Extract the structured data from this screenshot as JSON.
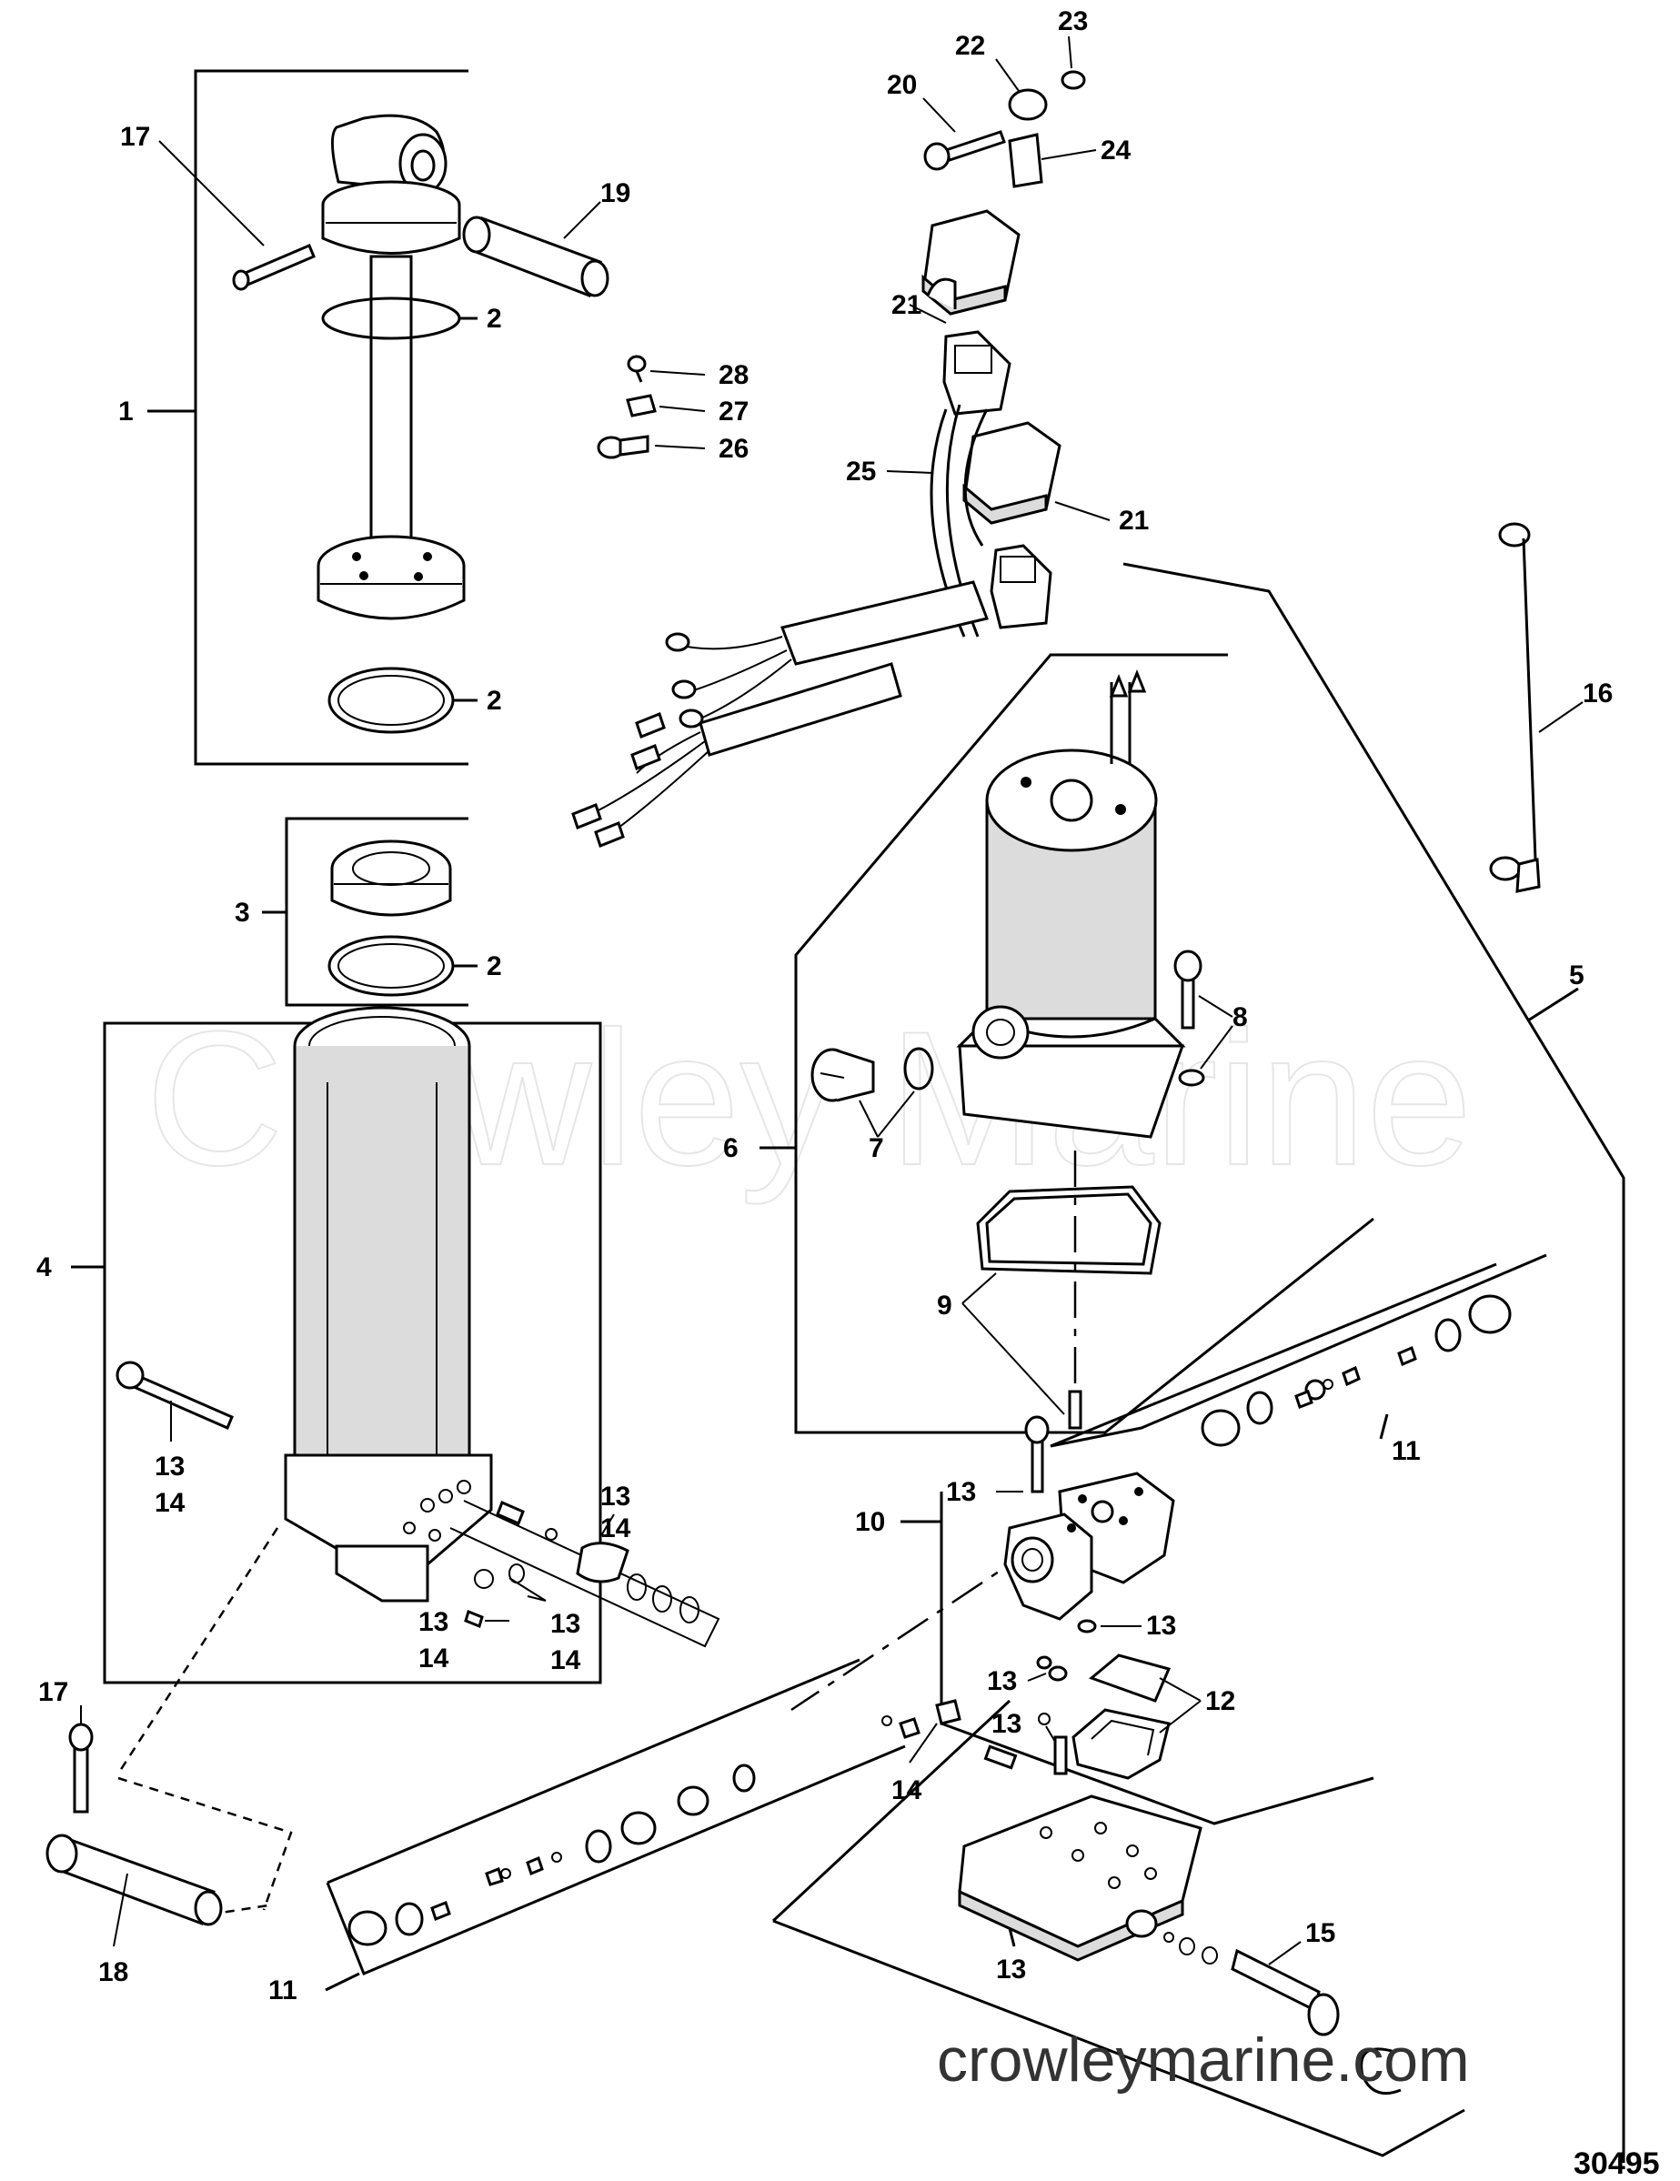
{
  "watermark": {
    "text": "Crowley Marine"
  },
  "footer": {
    "url": "crowleymarine.com",
    "figure_number": "30495"
  },
  "labels": {
    "l1": "1",
    "l2a": "2",
    "l2b": "2",
    "l2c": "2",
    "l3": "3",
    "l4": "4",
    "l5": "5",
    "l6": "6",
    "l7": "7",
    "l8": "8",
    "l9": "9",
    "l10": "10",
    "l11a": "11",
    "l11b": "11",
    "l12": "12",
    "l13a": "13",
    "l14a": "14",
    "l13b": "13",
    "l14b": "14",
    "l13c": "13",
    "l14c": "14",
    "l13d": "13",
    "l14d": "14",
    "l13e": "13",
    "l13f": "13",
    "l13g": "13",
    "l13h": "13",
    "l13i": "13",
    "l14e": "14",
    "l15": "15",
    "l16": "16",
    "l17a": "17",
    "l17b": "17",
    "l18": "18",
    "l19": "19",
    "l20": "20",
    "l21a": "21",
    "l21b": "21",
    "l22": "22",
    "l23": "23",
    "l24": "24",
    "l25": "25",
    "l26": "26",
    "l27": "27",
    "l28": "28"
  }
}
